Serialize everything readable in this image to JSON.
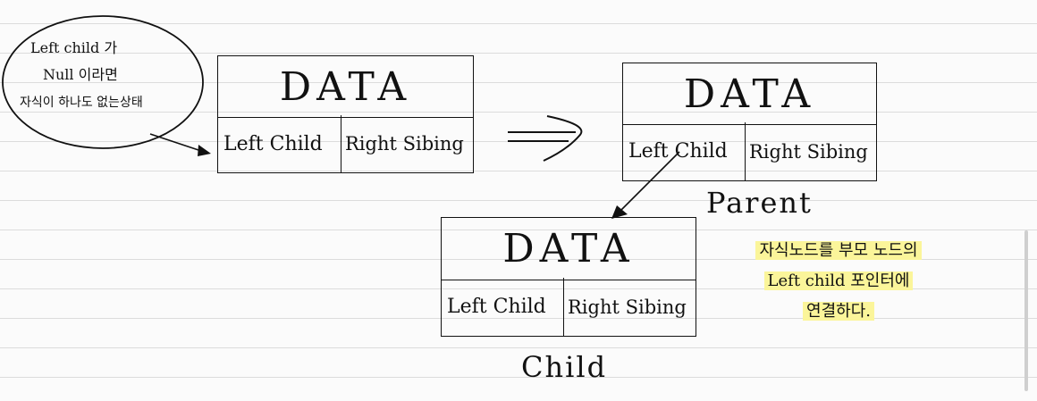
{
  "bubble": {
    "lines": [
      "Left child 가",
      "Null 이라면",
      "자식이 하나도 없는상태"
    ]
  },
  "node_labels": {
    "data": "DATA",
    "left": "Left Child",
    "right": "Right Sibing"
  },
  "parent_label": "Parent",
  "child_label": "Child",
  "note": {
    "lines": [
      "자식노드를 부모 노드의",
      "Left child 포인터에",
      "연결하다."
    ]
  },
  "colors": {
    "ink": "#111111",
    "highlight": "#fbf59a",
    "ruled_line": "#dcdcdc"
  }
}
